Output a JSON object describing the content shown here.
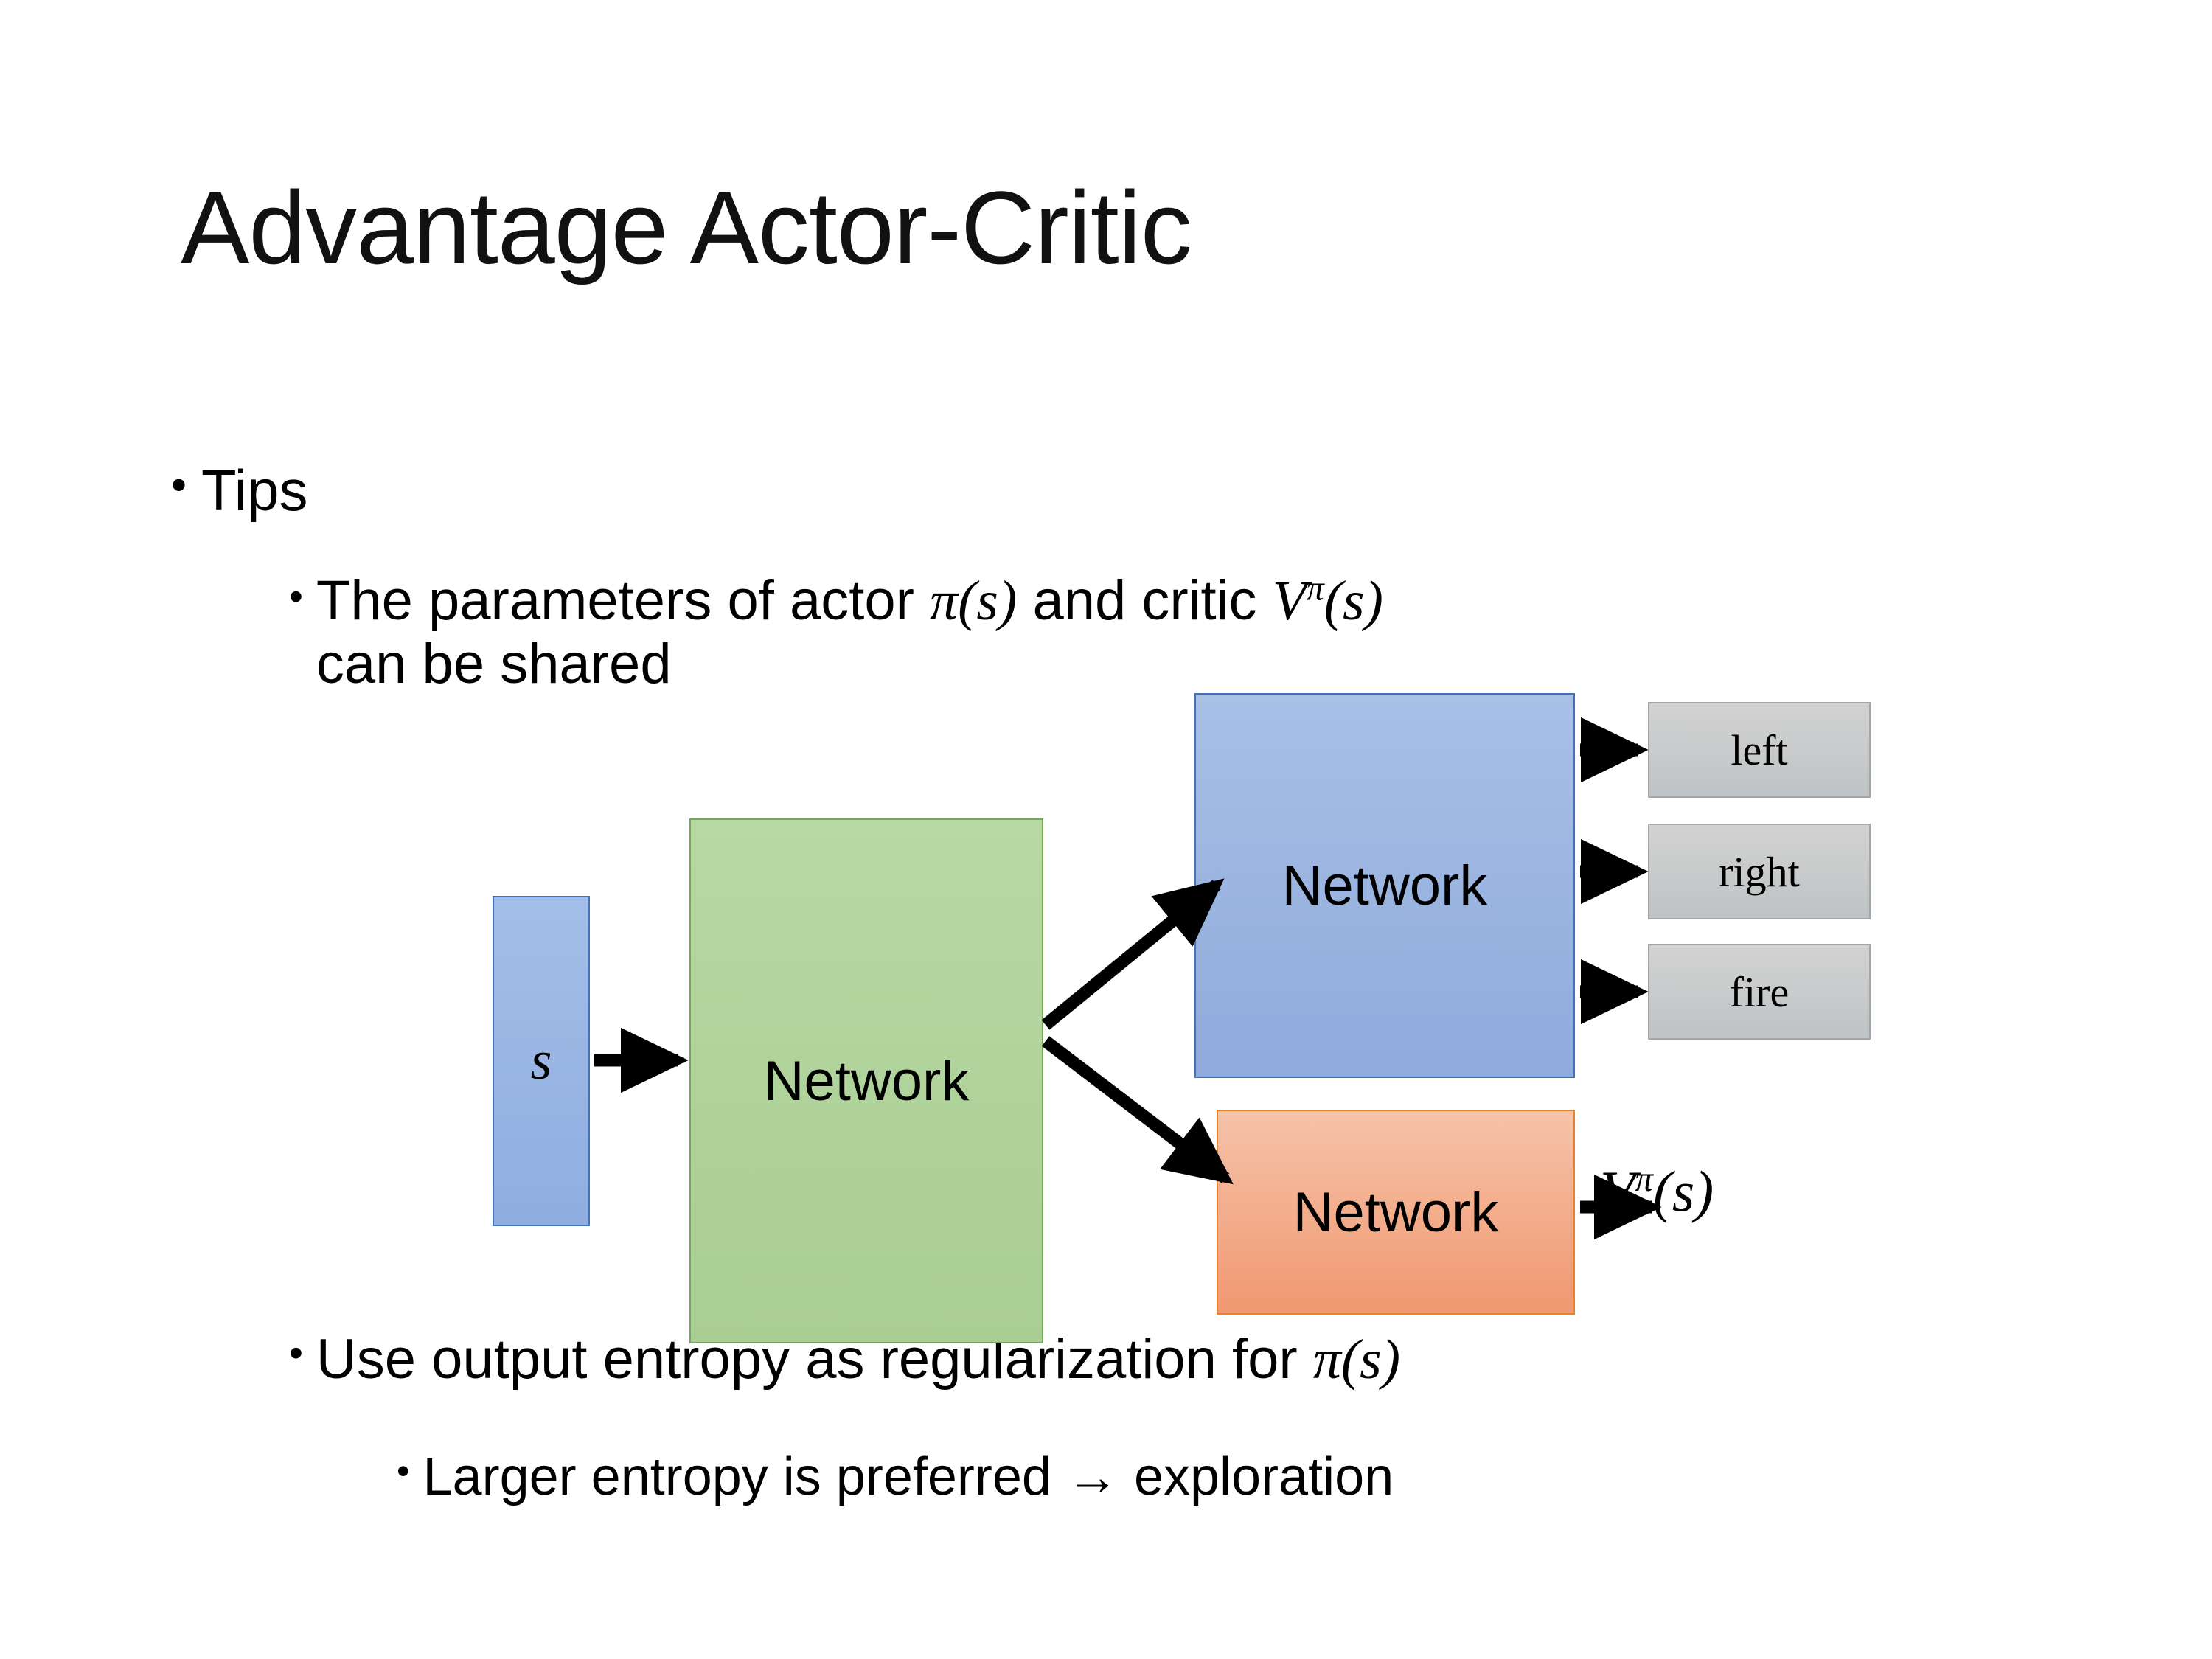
{
  "slide": {
    "title": "Advantage Actor-Critic",
    "background_color": "#FFFFFF"
  },
  "bullets": {
    "tips": {
      "marker": "•",
      "text": "Tips"
    },
    "shared": {
      "marker": "•",
      "line1_pre": "The parameters of actor ",
      "math_pi_s": "π(s)",
      "line1_mid": " and critic ",
      "math_V": "V",
      "math_V_sup": "π",
      "math_V_arg": "(s)",
      "line2": "can be shared"
    },
    "entropy": {
      "marker": "•",
      "text_pre": "Use output entropy as regularization for ",
      "math_pi_s": "π(s)"
    },
    "larger": {
      "marker": "•",
      "text": "Larger entropy is preferred → exploration"
    }
  },
  "diagram": {
    "state_box": {
      "label": "s",
      "fill": "#97B2E0",
      "border": "#4472B8"
    },
    "shared_network": {
      "label": "Network",
      "fill": "#B0D49B",
      "border": "#74A65B"
    },
    "actor_network": {
      "label": "Network",
      "fill": "#97AFDE",
      "border": "#4472B8"
    },
    "critic_network": {
      "label": "Network",
      "fill": "#F2AC8C",
      "border": "#E2832F"
    },
    "outputs": [
      {
        "label": "left",
        "fill": "#C8CACB",
        "border": "#A6A6A6"
      },
      {
        "label": "right",
        "fill": "#C8CACB",
        "border": "#A6A6A6"
      },
      {
        "label": "fire",
        "fill": "#C8CACB",
        "border": "#A6A6A6"
      }
    ],
    "critic_output": {
      "symbol": "V",
      "superscript": "π",
      "argument": "(s)"
    },
    "arrow_color": "#000000"
  }
}
